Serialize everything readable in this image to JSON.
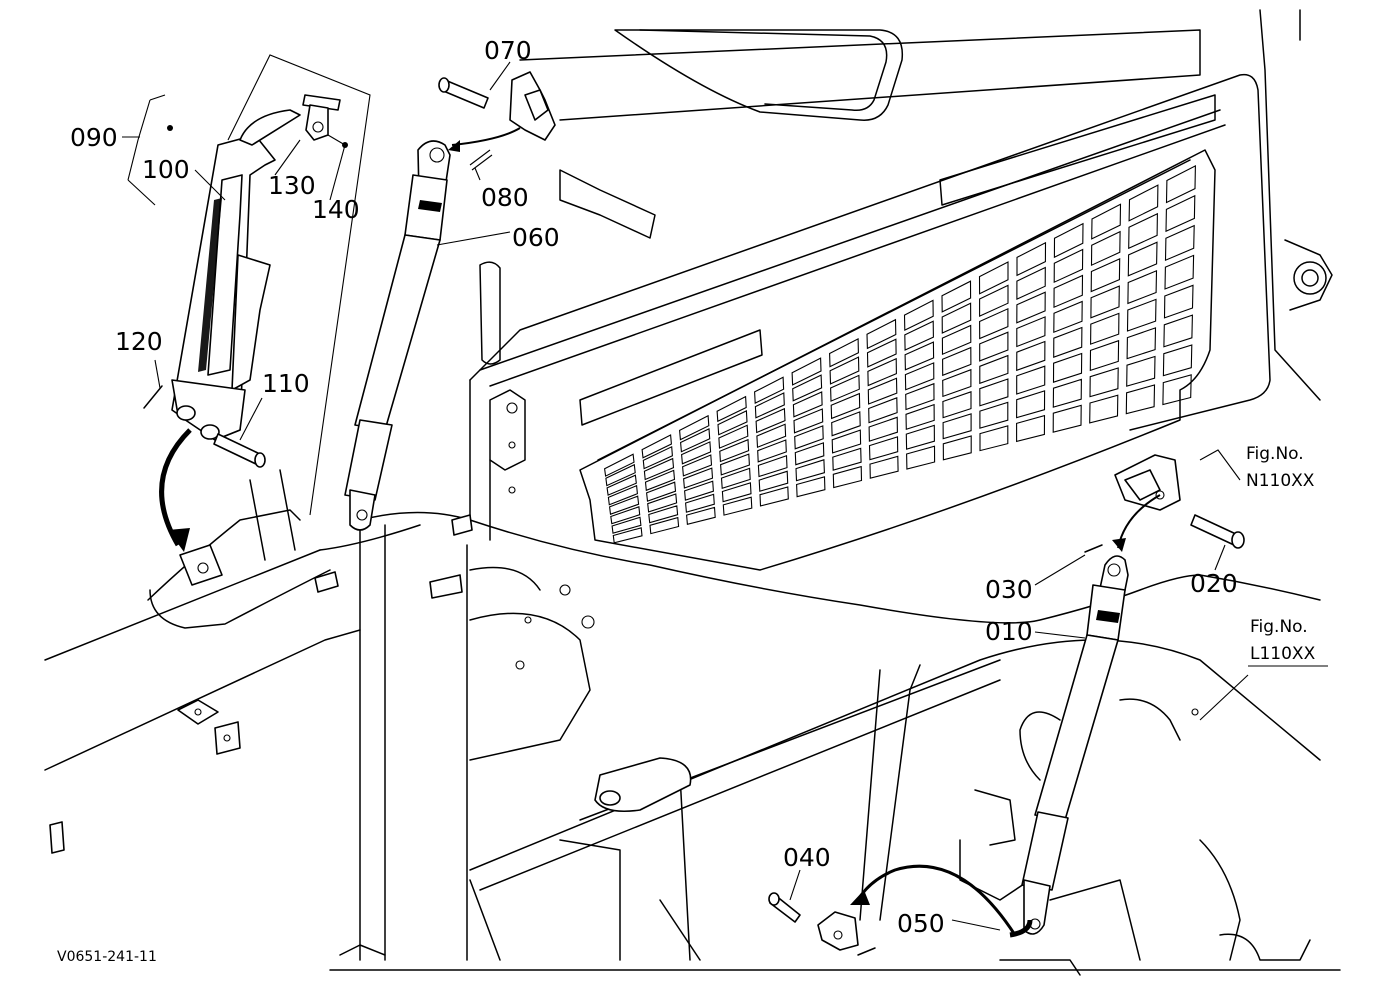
{
  "diagram": {
    "drawing_code": "V0651-241-11",
    "part_labels": {
      "p010": "010",
      "p020": "020",
      "p030": "030",
      "p040": "040",
      "p050": "050",
      "p060": "060",
      "p070": "070",
      "p080": "080",
      "p090": "090",
      "p100": "100",
      "p110": "110",
      "p120": "120",
      "p130": "130",
      "p140": "140"
    },
    "figure_refs": {
      "n110": {
        "title": "Fig.No.",
        "number": "N110XX"
      },
      "l110": {
        "title": "Fig.No.",
        "number": "L110XX"
      }
    }
  }
}
